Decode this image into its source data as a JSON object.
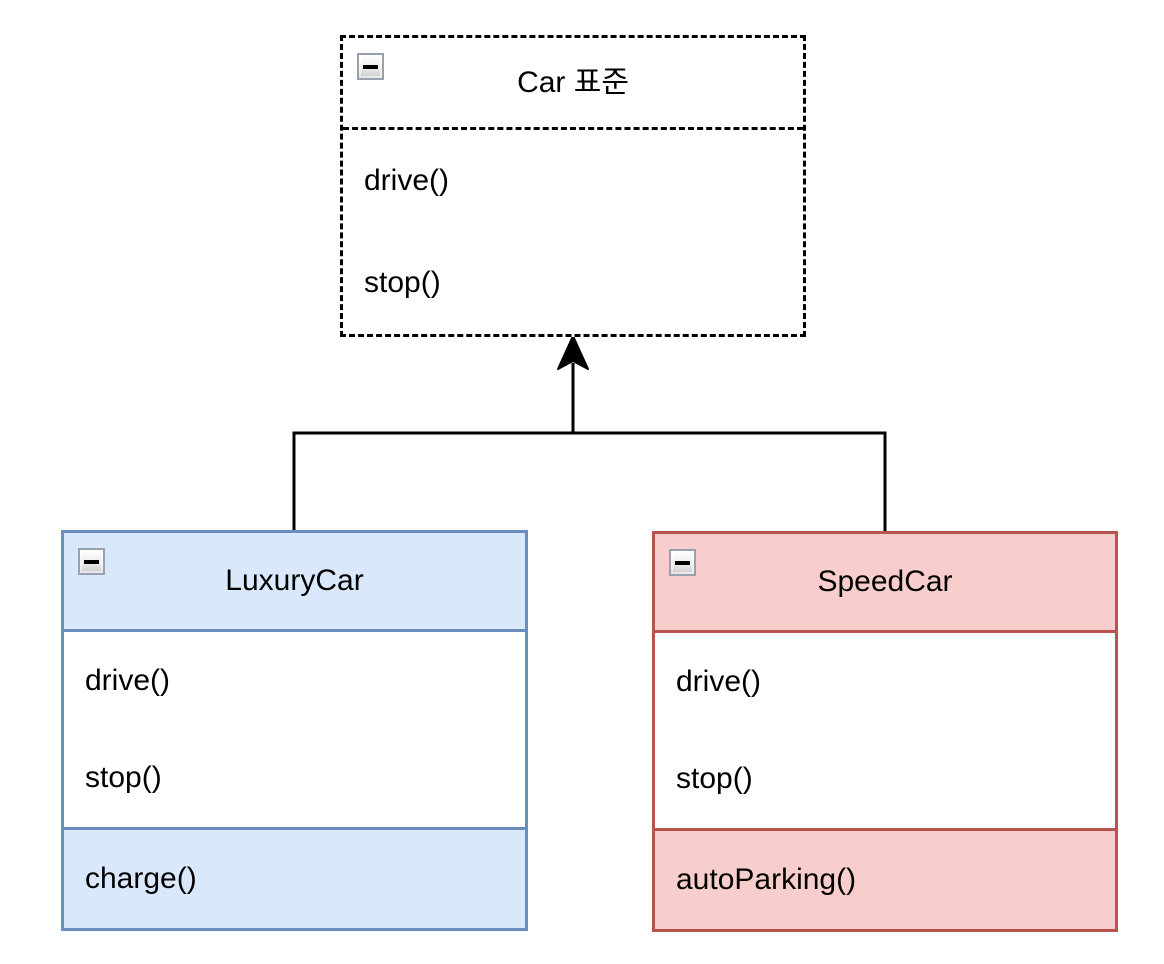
{
  "canvas": {
    "background": "#ffffff"
  },
  "theme": {
    "connector_color": "#000000",
    "parent_fill": "#ffffff",
    "parent_stroke": "#000000",
    "blue_fill": "#dae8fc",
    "blue_stroke": "#6c8ebf",
    "red_fill": "#f8cecc",
    "red_stroke": "#b85450",
    "text_color": "#000000"
  },
  "icons": {
    "collapse": "minus-icon"
  },
  "classes": [
    {
      "title": "Car 표준",
      "methods": [
        "drive()",
        "stop()"
      ],
      "extra_methods": []
    },
    {
      "title": "LuxuryCar",
      "methods": [
        "drive()",
        "stop()"
      ],
      "extra_methods": [
        "charge()"
      ]
    },
    {
      "title": "SpeedCar",
      "methods": [
        "drive()",
        "stop()"
      ],
      "extra_methods": [
        "autoParking()"
      ]
    }
  ],
  "relations": [
    {
      "type": "inheritance",
      "from": "LuxuryCar",
      "to": "Car 표준"
    },
    {
      "type": "inheritance",
      "from": "SpeedCar",
      "to": "Car 표준"
    }
  ]
}
